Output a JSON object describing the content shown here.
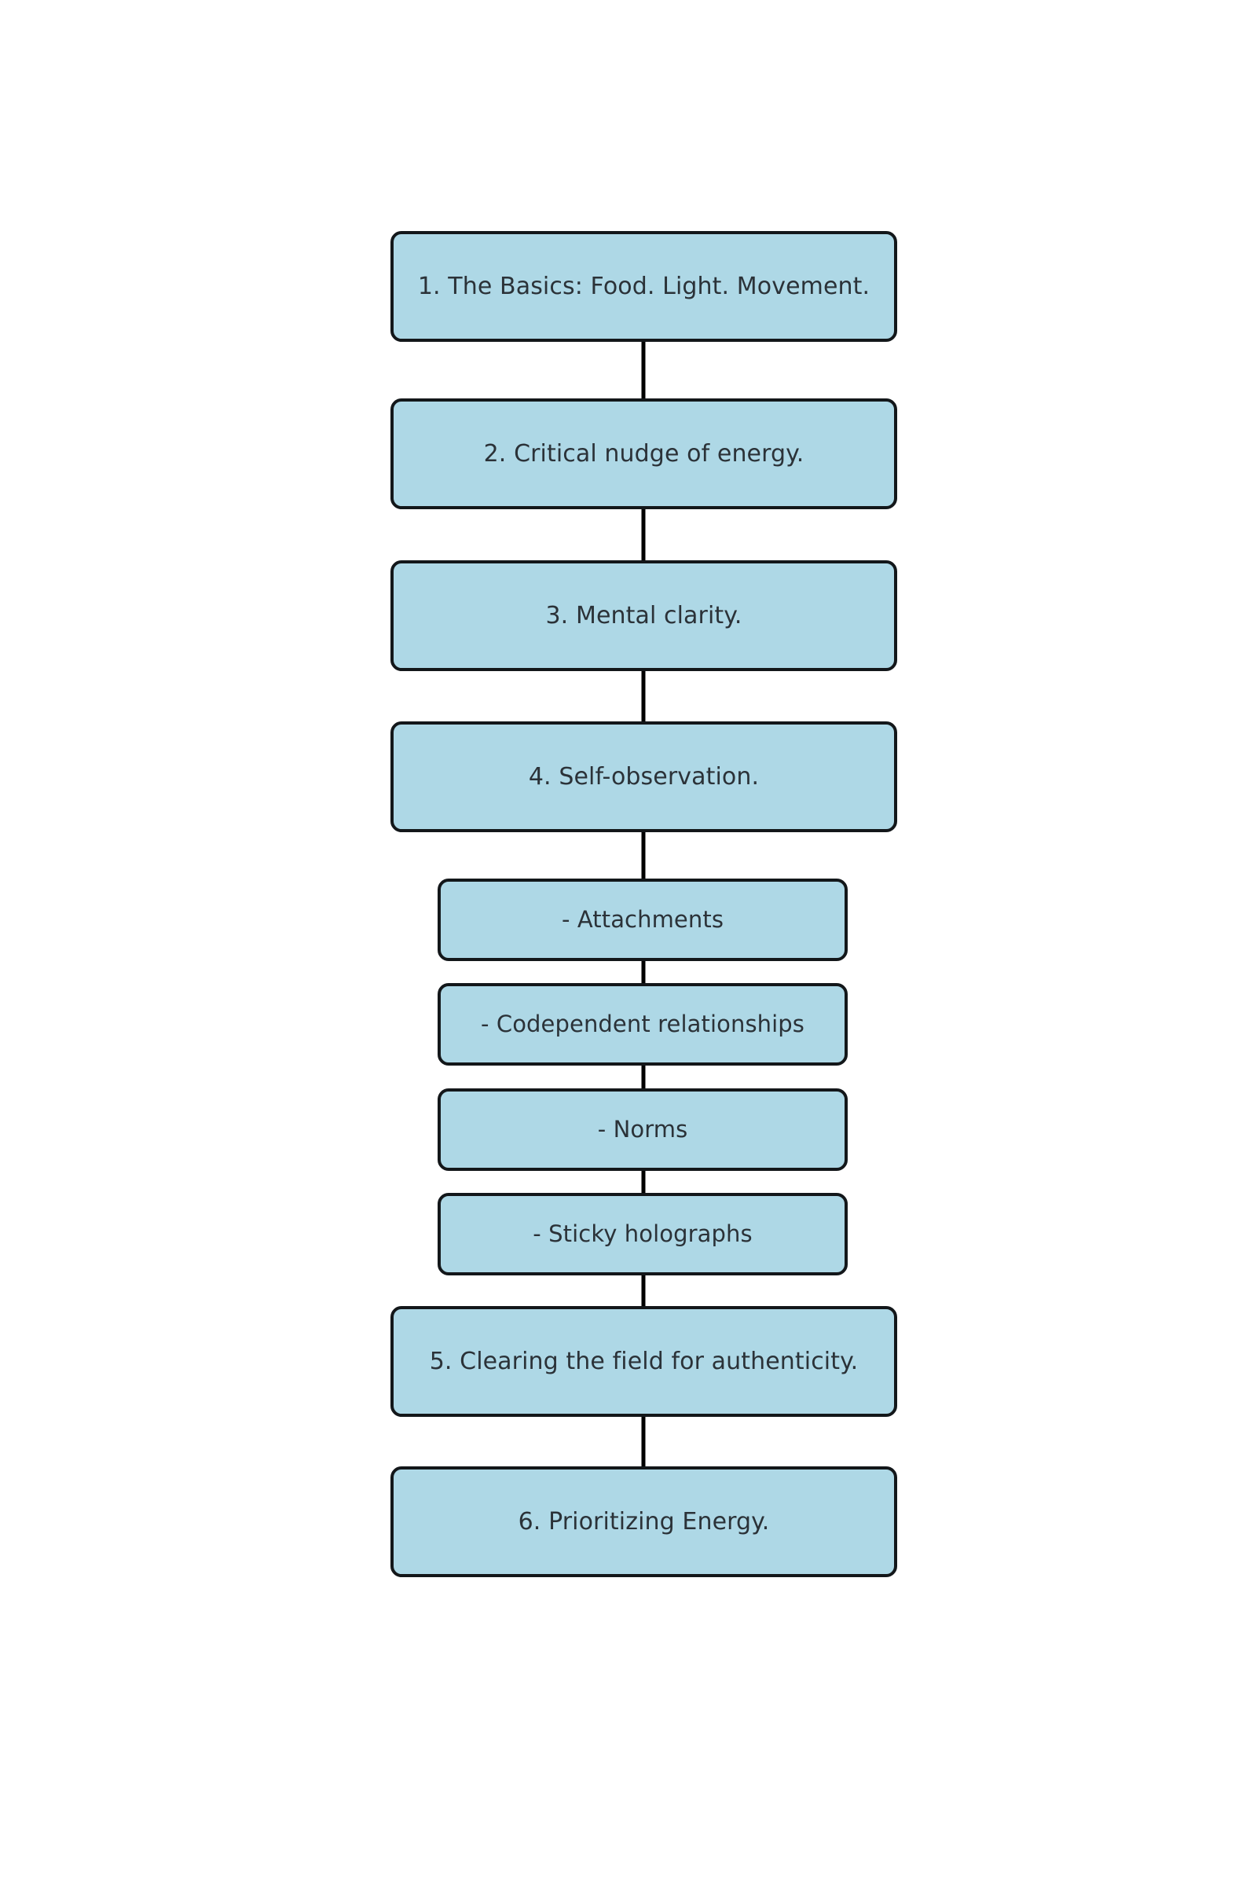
{
  "diagram": {
    "type": "flowchart",
    "orientation": "top-to-bottom",
    "background_color": "#ffffff",
    "node_fill_color": "#aed8e6",
    "node_border_color": "#13171a",
    "node_text_color": "#2b3238",
    "edge_color": "#000000",
    "nodes": [
      {
        "id": "n1",
        "label": "1. The Basics: Food. Light. Movement.",
        "level": "main"
      },
      {
        "id": "n2",
        "label": "2. Critical nudge of energy.",
        "level": "main"
      },
      {
        "id": "n3",
        "label": "3. Mental clarity.",
        "level": "main"
      },
      {
        "id": "n4",
        "label": "4. Self-observation.",
        "level": "main"
      },
      {
        "id": "s1",
        "label": "- Attachments",
        "level": "sub"
      },
      {
        "id": "s2",
        "label": "- Codependent relationships",
        "level": "sub"
      },
      {
        "id": "s3",
        "label": "- Norms",
        "level": "sub"
      },
      {
        "id": "s4",
        "label": "- Sticky holographs",
        "level": "sub"
      },
      {
        "id": "n5",
        "label": "5. Clearing the field for authenticity.",
        "level": "main"
      },
      {
        "id": "n6",
        "label": "6. Prioritizing Energy.",
        "level": "main"
      }
    ],
    "edges": [
      {
        "from": "n1",
        "to": "n2"
      },
      {
        "from": "n2",
        "to": "n3"
      },
      {
        "from": "n3",
        "to": "n4"
      },
      {
        "from": "n4",
        "to": "s1"
      },
      {
        "from": "s1",
        "to": "s2"
      },
      {
        "from": "s2",
        "to": "s3"
      },
      {
        "from": "s3",
        "to": "s4"
      },
      {
        "from": "s4",
        "to": "n5"
      },
      {
        "from": "n5",
        "to": "n6"
      }
    ]
  }
}
